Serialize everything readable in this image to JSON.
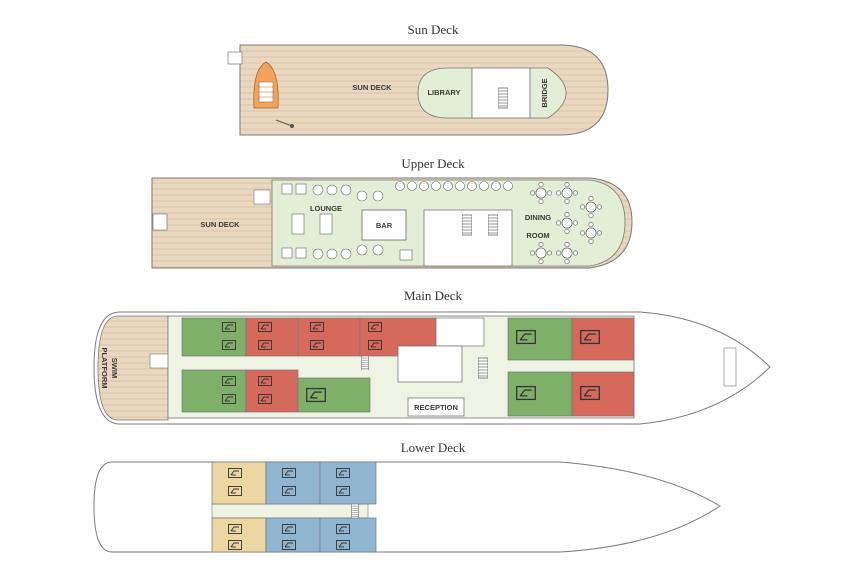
{
  "decks": {
    "sun": {
      "title": "Sun Deck",
      "labels": {
        "sun_deck": "SUN DECK",
        "library": "LIBRARY",
        "bridge": "BRIDGE"
      }
    },
    "upper": {
      "title": "Upper Deck",
      "labels": {
        "sun_deck": "SUN DECK",
        "lounge": "LOUNGE",
        "bar": "BAR",
        "dining": "DINING",
        "room": "ROOM"
      }
    },
    "main": {
      "title": "Main Deck",
      "labels": {
        "swim": "SWIM",
        "platform": "PLATFORM",
        "reception": "RECEPTION"
      }
    },
    "lower": {
      "title": "Lower Deck"
    }
  },
  "colors": {
    "wood": "#e9d7bf",
    "wood_line": "#d4bfa3",
    "lounge_green": "#e3eed6",
    "cabin_green": "#7fb069",
    "cabin_red": "#d4695c",
    "cabin_blue": "#8fb5d1",
    "cabin_tan": "#ecd6a2",
    "corridor": "#eef3e4",
    "hull_line": "#7a7a7a",
    "lifeboat": "#f0a35a"
  },
  "icons": [
    "double-bed-icon",
    "single-bed-icon",
    "stairs-icon",
    "table-icon",
    "lifeboat-icon"
  ]
}
